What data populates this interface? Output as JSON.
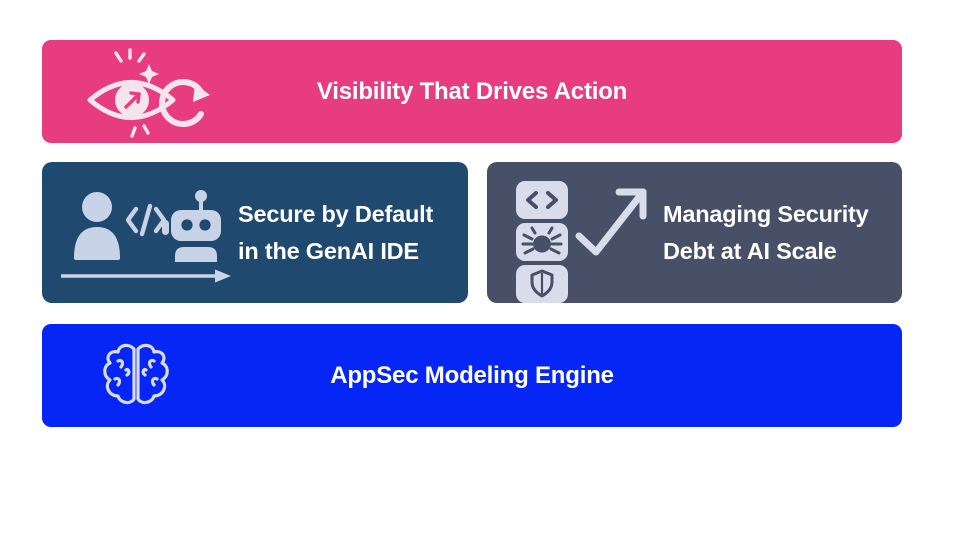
{
  "page": {
    "background": "#FFFFFF"
  },
  "banners": {
    "visibility": {
      "title": "Visibility That Drives Action",
      "bg_color": "#E83C80",
      "text_color": "#FFFFFF",
      "icon_color": "#F4E4EE",
      "icons": [
        "eye-sparkle-icon",
        "refresh-icon"
      ]
    },
    "appsec": {
      "title": "AppSec Modeling Engine",
      "bg_color": "#0626F5",
      "text_color": "#FFFFFF",
      "icon_color": "#D7DBEA",
      "icons": [
        "brain-icon"
      ]
    }
  },
  "cards": {
    "secure_default": {
      "line1": "Secure by Default",
      "line2": "in the GenAI IDE",
      "bg_color": "#204970",
      "text_color": "#FFFFFF",
      "icon_color": "#C9D3E8",
      "icons": [
        "person-icon",
        "code-icon",
        "robot-icon",
        "arrow-right-icon"
      ]
    },
    "security_debt": {
      "line1": "Managing Security",
      "line2": "Debt at AI Scale",
      "bg_color": "#475067",
      "text_color": "#FFFFFF",
      "icon_color": "#D9DDEB",
      "icons": [
        "code-chip-icon",
        "bug-chip-icon",
        "shield-chip-icon",
        "trend-up-icon"
      ]
    }
  }
}
